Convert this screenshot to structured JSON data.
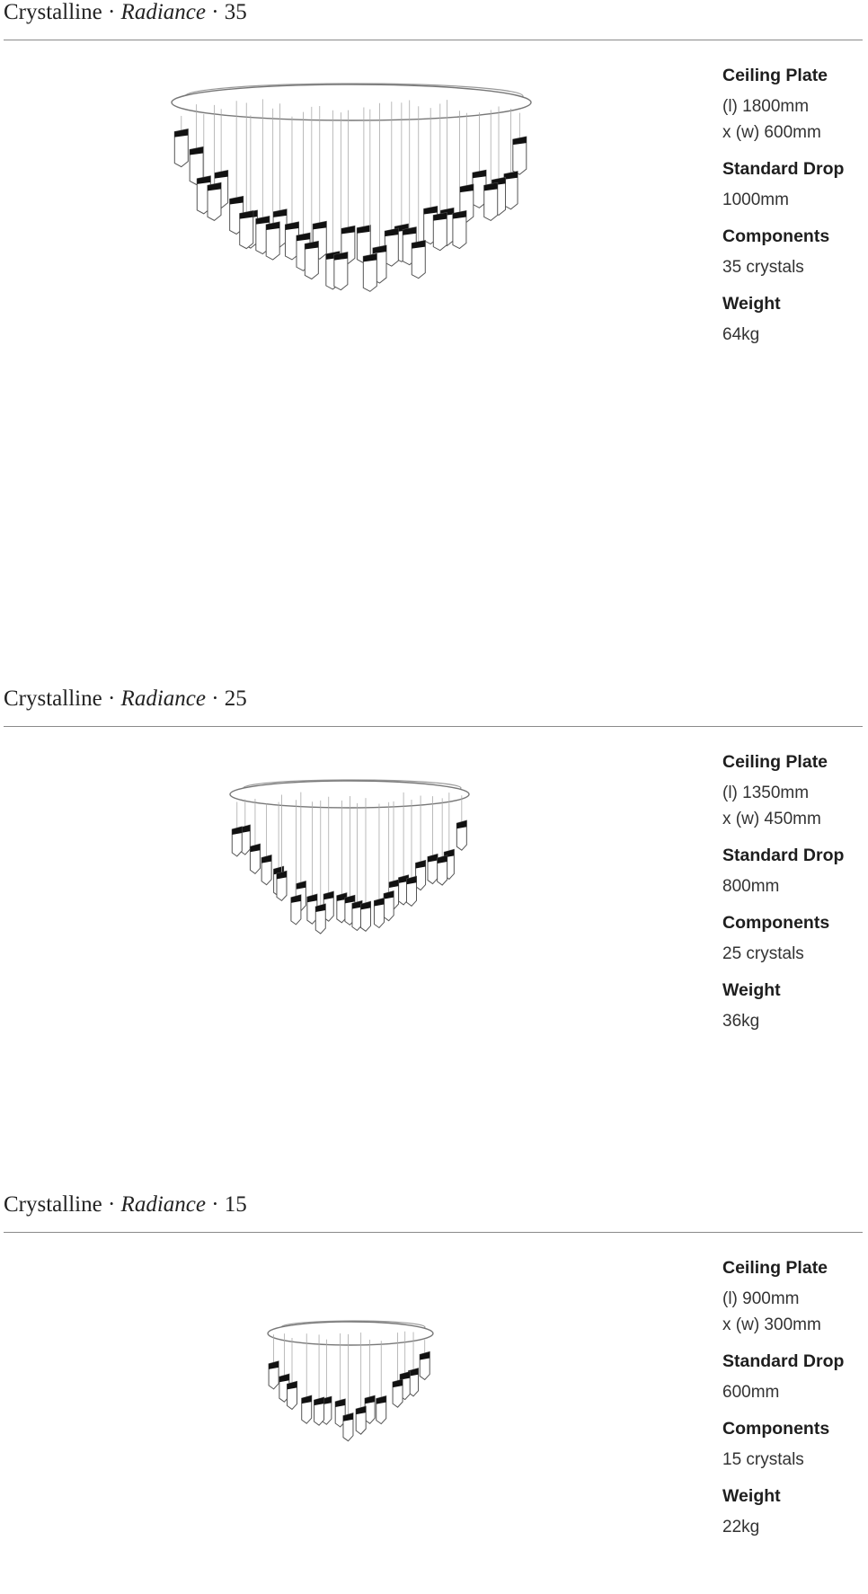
{
  "separator": "·",
  "products": [
    {
      "brand": "Crystalline",
      "model": "Radiance",
      "size": "35",
      "specs": {
        "ceiling_plate_label": "Ceiling Plate",
        "ceiling_plate_length": "(l) 1800mm",
        "ceiling_plate_width": "x (w) 600mm",
        "drop_label": "Standard Drop",
        "drop_value": "1000mm",
        "components_label": "Components",
        "components_value": "35 crystals",
        "weight_label": "Weight",
        "weight_value": "64kg"
      },
      "crystal_count": 35
    },
    {
      "brand": "Crystalline",
      "model": "Radiance",
      "size": "25",
      "specs": {
        "ceiling_plate_label": "Ceiling Plate",
        "ceiling_plate_length": "(l) 1350mm",
        "ceiling_plate_width": "x (w) 450mm",
        "drop_label": "Standard Drop",
        "drop_value": "800mm",
        "components_label": "Components",
        "components_value": "25 crystals",
        "weight_label": "Weight",
        "weight_value": "36kg"
      },
      "crystal_count": 25
    },
    {
      "brand": "Crystalline",
      "model": "Radiance",
      "size": "15",
      "specs": {
        "ceiling_plate_label": "Ceiling Plate",
        "ceiling_plate_length": "(l) 900mm",
        "ceiling_plate_width": "x (w) 300mm",
        "drop_label": "Standard Drop",
        "drop_value": "600mm",
        "components_label": "Components",
        "components_value": "15 crystals",
        "weight_label": "Weight",
        "weight_value": "22kg"
      },
      "crystal_count": 15
    }
  ]
}
